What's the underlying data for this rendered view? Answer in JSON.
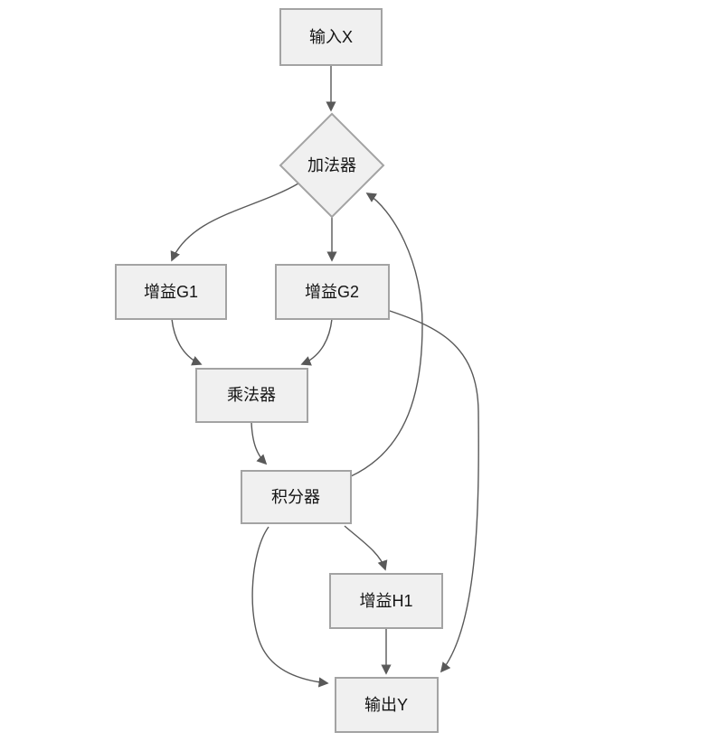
{
  "diagram": {
    "type": "flowchart",
    "background_color": "#ffffff",
    "node_fill_color": "#f0f0f0",
    "node_border_color": "#a3a3a3",
    "edge_color": "#595959",
    "arrowhead_color": "#595959",
    "text_color": "#141414",
    "nodes": [
      {
        "id": "input-x",
        "label": "输入X",
        "shape": "rectangle"
      },
      {
        "id": "adder",
        "label": "加法器",
        "shape": "diamond"
      },
      {
        "id": "gain-g1",
        "label": "增益G1",
        "shape": "rectangle"
      },
      {
        "id": "gain-g2",
        "label": "增益G2",
        "shape": "rectangle"
      },
      {
        "id": "multiplier",
        "label": "乘法器",
        "shape": "rectangle"
      },
      {
        "id": "integrator",
        "label": "积分器",
        "shape": "rectangle"
      },
      {
        "id": "gain-h1",
        "label": "增益H1",
        "shape": "rectangle"
      },
      {
        "id": "output-y",
        "label": "输出Y",
        "shape": "rectangle"
      }
    ],
    "edges": [
      {
        "from": "input-x",
        "to": "adder"
      },
      {
        "from": "adder",
        "to": "gain-g1"
      },
      {
        "from": "adder",
        "to": "gain-g2"
      },
      {
        "from": "gain-g1",
        "to": "multiplier"
      },
      {
        "from": "gain-g2",
        "to": "multiplier"
      },
      {
        "from": "multiplier",
        "to": "integrator"
      },
      {
        "from": "integrator",
        "to": "adder"
      },
      {
        "from": "integrator",
        "to": "gain-h1"
      },
      {
        "from": "integrator",
        "to": "output-y"
      },
      {
        "from": "gain-h1",
        "to": "output-y"
      },
      {
        "from": "gain-g2",
        "to": "output-y"
      }
    ]
  }
}
